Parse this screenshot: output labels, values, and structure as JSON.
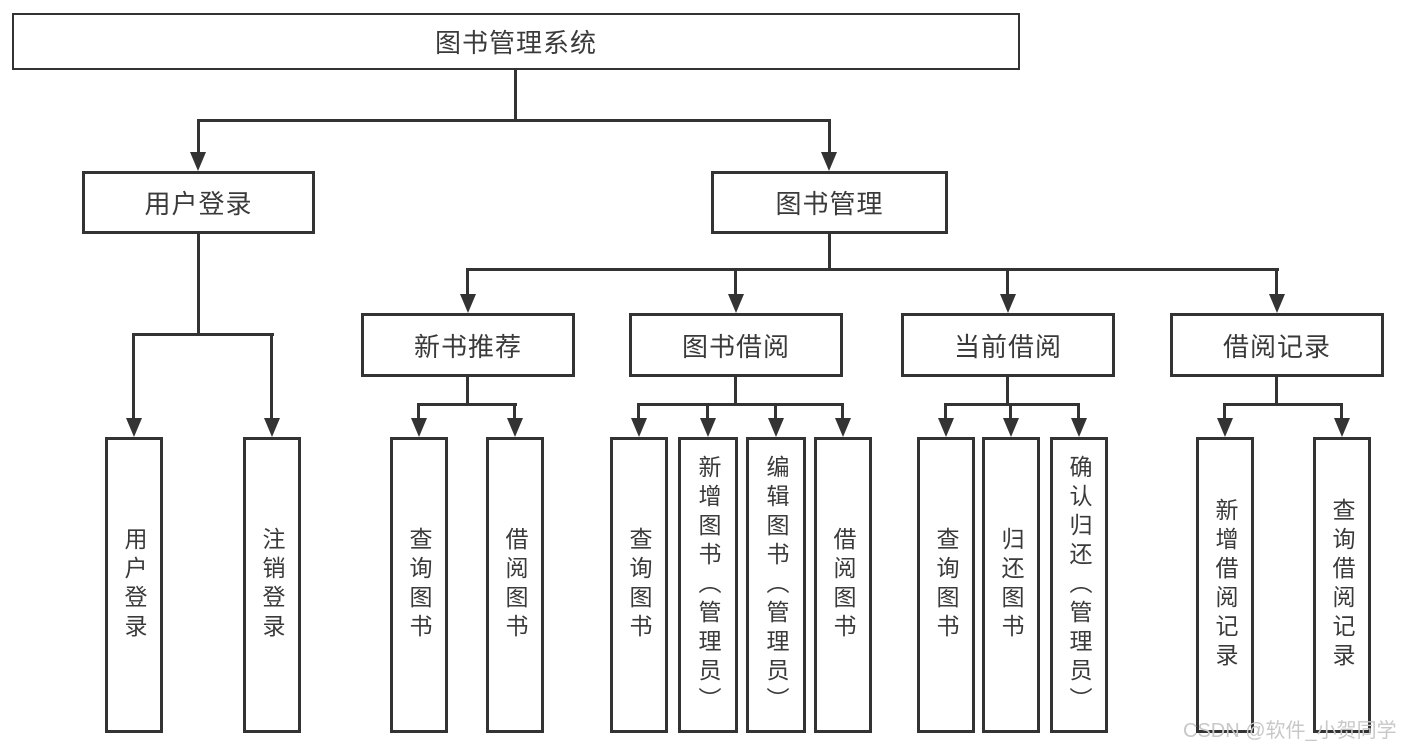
{
  "diagram": {
    "root": {
      "label": "图书管理系统"
    },
    "user_login": {
      "label": "用户登录",
      "children": [
        {
          "label": "用户登录"
        },
        {
          "label": "注销登录"
        }
      ]
    },
    "book_mgmt": {
      "label": "图书管理",
      "children": [
        {
          "label": "新书推荐",
          "children": [
            {
              "label": "查询图书"
            },
            {
              "label": "借阅图书"
            }
          ]
        },
        {
          "label": "图书借阅",
          "children": [
            {
              "label": "查询图书"
            },
            {
              "label": "新增图书（管理员）"
            },
            {
              "label": "编辑图书（管理员）"
            },
            {
              "label": "借阅图书"
            }
          ]
        },
        {
          "label": "当前借阅",
          "children": [
            {
              "label": "查询图书"
            },
            {
              "label": "归还图书"
            },
            {
              "label": "确认归还（管理员）"
            }
          ]
        },
        {
          "label": "借阅记录",
          "children": [
            {
              "label": "新增借阅记录"
            },
            {
              "label": "查询借阅记录"
            }
          ]
        }
      ]
    }
  },
  "watermark": {
    "text": "CSDN @软件_小贺同学"
  },
  "colors": {
    "line": "#333333",
    "text": "#3a3a3a",
    "watermark": "#c8c8c8",
    "background": "#ffffff"
  }
}
